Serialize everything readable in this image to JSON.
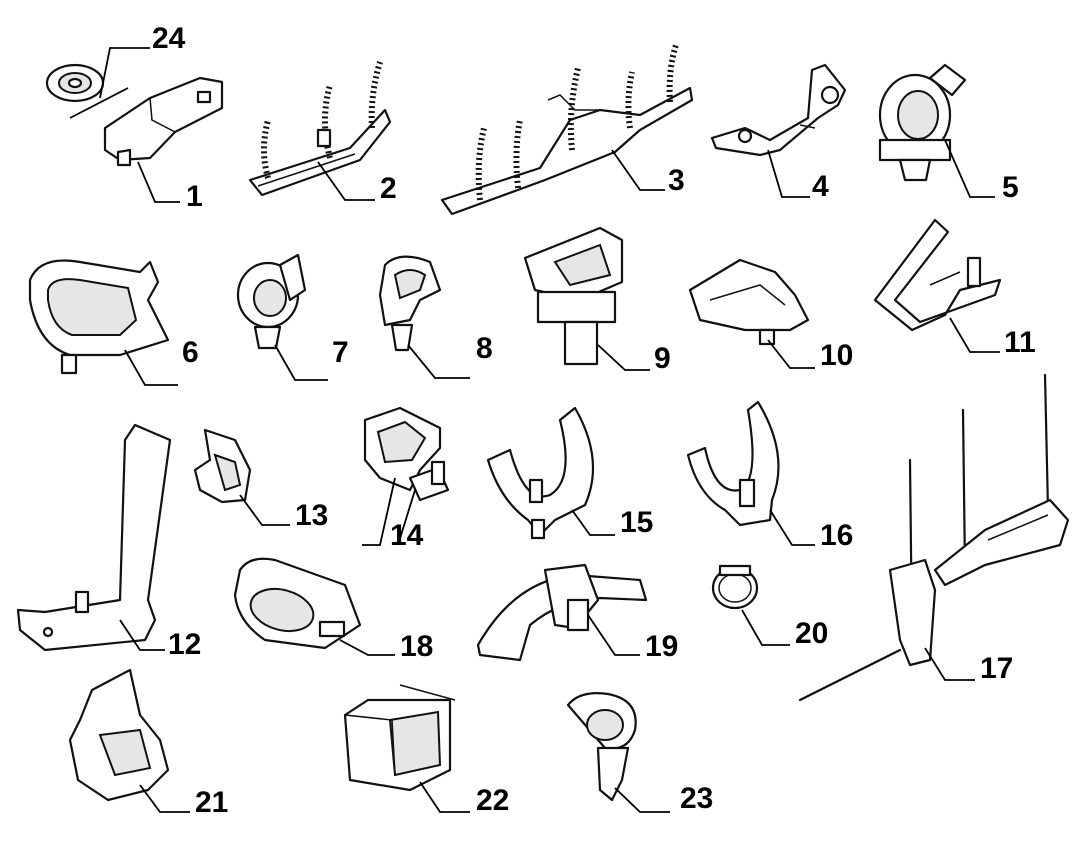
{
  "diagram": {
    "callouts": [
      {
        "id": "c24",
        "label": "24"
      },
      {
        "id": "c1",
        "label": "1"
      },
      {
        "id": "c2",
        "label": "2"
      },
      {
        "id": "c3",
        "label": "3"
      },
      {
        "id": "c4",
        "label": "4"
      },
      {
        "id": "c5",
        "label": "5"
      },
      {
        "id": "c6",
        "label": "6"
      },
      {
        "id": "c7",
        "label": "7"
      },
      {
        "id": "c8",
        "label": "8"
      },
      {
        "id": "c9",
        "label": "9"
      },
      {
        "id": "c10",
        "label": "10"
      },
      {
        "id": "c11",
        "label": "11"
      },
      {
        "id": "c12",
        "label": "12"
      },
      {
        "id": "c13",
        "label": "13"
      },
      {
        "id": "c14",
        "label": "14"
      },
      {
        "id": "c15",
        "label": "15"
      },
      {
        "id": "c16",
        "label": "16"
      },
      {
        "id": "c17",
        "label": "17"
      },
      {
        "id": "c18",
        "label": "18"
      },
      {
        "id": "c19",
        "label": "19"
      },
      {
        "id": "c20",
        "label": "20"
      },
      {
        "id": "c21",
        "label": "21"
      },
      {
        "id": "c22",
        "label": "22"
      },
      {
        "id": "c23",
        "label": "23"
      }
    ]
  }
}
